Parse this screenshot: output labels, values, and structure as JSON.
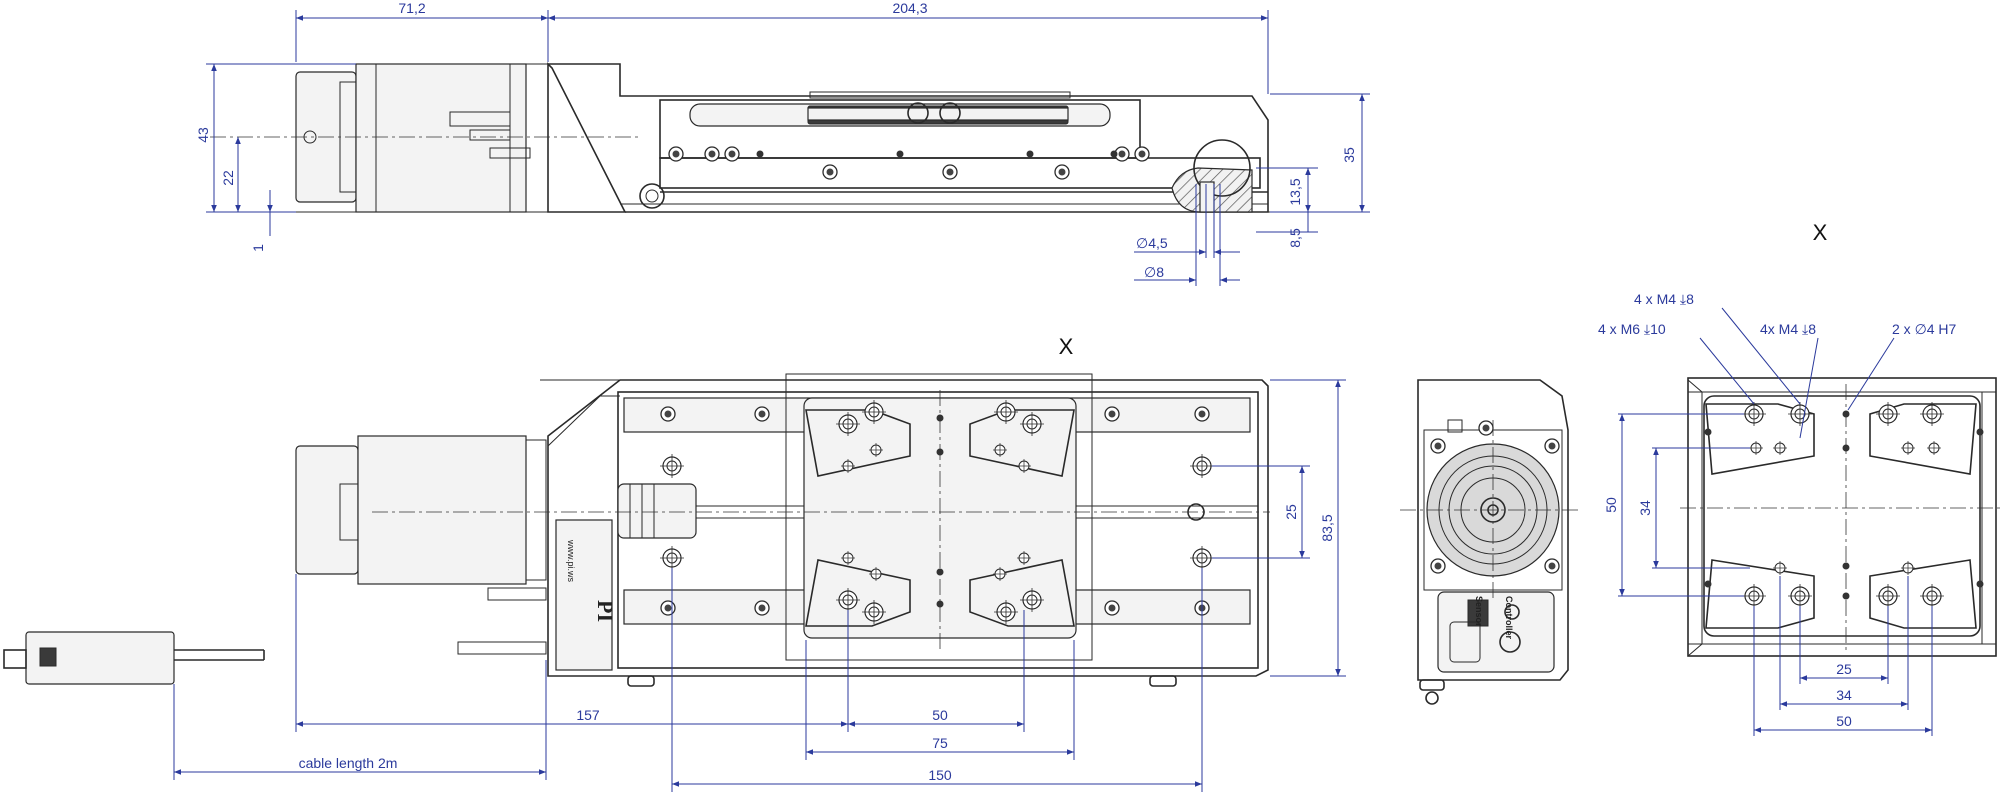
{
  "views": {
    "side_view": {
      "dims": {
        "d_71_2": "71,2",
        "d_204_3": "204,3",
        "d_43": "43",
        "d_22": "22",
        "d_1": "1",
        "d_35": "35",
        "d_13_5": "13,5",
        "d_8_5": "8,5",
        "d_dia_4_5": "∅4,5",
        "d_dia_8": "∅8"
      }
    },
    "top_view": {
      "view_label": "X",
      "brand_logo": "PI",
      "label_text": "www.pi.ws",
      "dims": {
        "d_25": "25",
        "d_83_5": "83,5",
        "d_157": "157",
        "d_50": "50",
        "d_75": "75",
        "d_150": "150",
        "d_cable": "cable length 2m"
      }
    },
    "front_view": {
      "connector_labels": [
        "Controller",
        "Sensor"
      ]
    },
    "detail_x": {
      "view_label": "X",
      "callouts": {
        "c1": "4 x M4  ⤓8",
        "c2": "4 x M6  ⤓10",
        "c3": "4x M4  ⤓8",
        "c4": "2 x  ∅4 H7"
      },
      "dims": {
        "d_50_v": "50",
        "d_34_v": "34",
        "d_25_h": "25",
        "d_34_h": "34",
        "d_50_h": "50"
      }
    }
  }
}
